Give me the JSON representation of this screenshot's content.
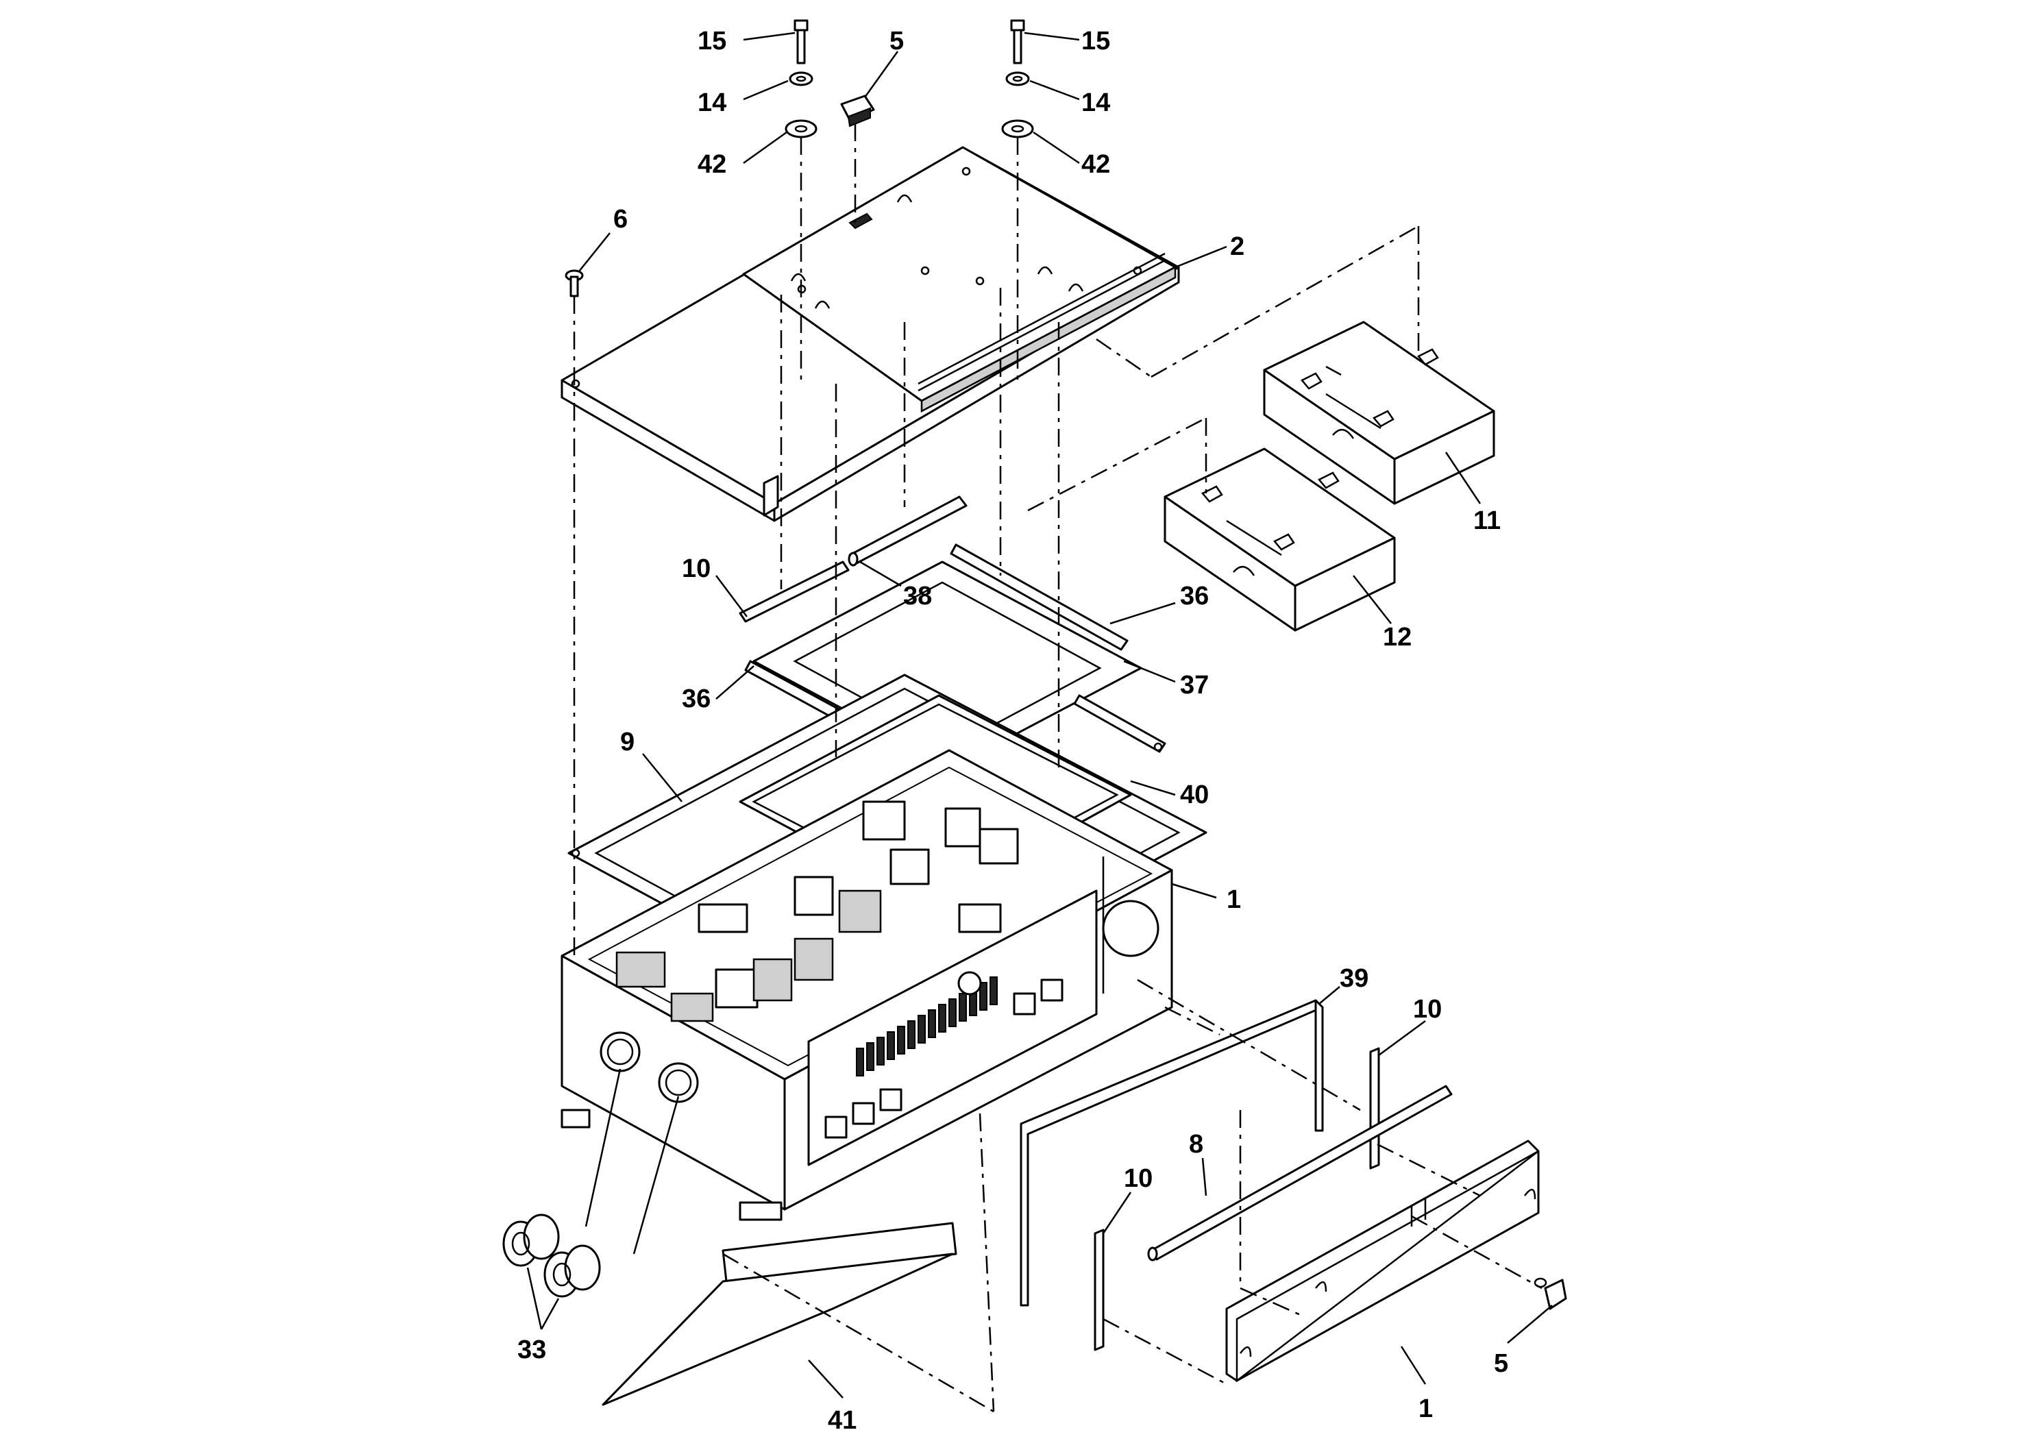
{
  "callouts": [
    {
      "id": "c15a",
      "text": "15"
    },
    {
      "id": "c15b",
      "text": "15"
    },
    {
      "id": "c14a",
      "text": "14"
    },
    {
      "id": "c14b",
      "text": "14"
    },
    {
      "id": "c42a",
      "text": "42"
    },
    {
      "id": "c42b",
      "text": "42"
    },
    {
      "id": "c5a",
      "text": "5"
    },
    {
      "id": "c6",
      "text": "6"
    },
    {
      "id": "c2",
      "text": "2"
    },
    {
      "id": "c11",
      "text": "11"
    },
    {
      "id": "c12",
      "text": "12"
    },
    {
      "id": "c10a",
      "text": "10"
    },
    {
      "id": "c38",
      "text": "38"
    },
    {
      "id": "c36a",
      "text": "36"
    },
    {
      "id": "c36b",
      "text": "36"
    },
    {
      "id": "c37",
      "text": "37"
    },
    {
      "id": "c9",
      "text": "9"
    },
    {
      "id": "c40",
      "text": "40"
    },
    {
      "id": "c1a",
      "text": "1"
    },
    {
      "id": "c39",
      "text": "39"
    },
    {
      "id": "c10b",
      "text": "10"
    },
    {
      "id": "c8",
      "text": "8"
    },
    {
      "id": "c10c",
      "text": "10"
    },
    {
      "id": "c33",
      "text": "33"
    },
    {
      "id": "c41",
      "text": "41"
    },
    {
      "id": "c1b",
      "text": "1"
    },
    {
      "id": "c5b",
      "text": "5"
    }
  ]
}
